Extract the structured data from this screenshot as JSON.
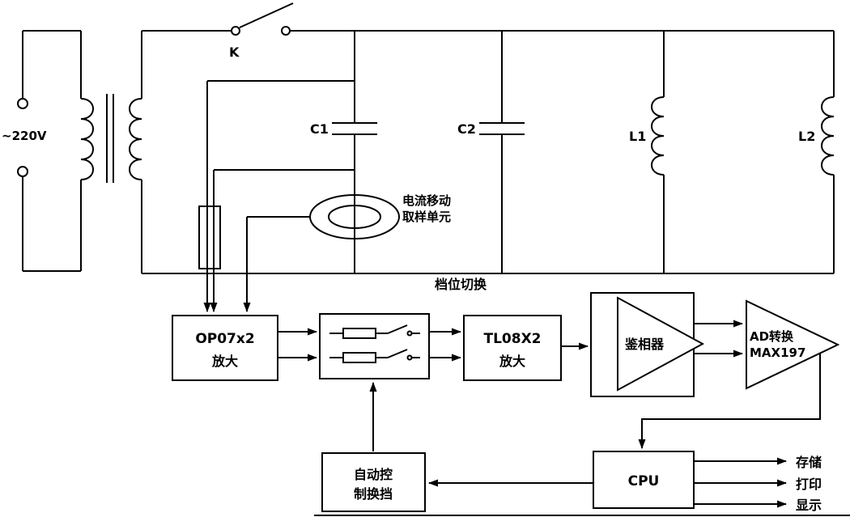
{
  "colors": {
    "stroke": "#000000",
    "background": "#ffffff"
  },
  "diagram": {
    "source": {
      "label": "~220V"
    },
    "switch": {
      "label": "K"
    },
    "components": {
      "c1": "C1",
      "c2": "C2",
      "l1": "L1",
      "l2": "L2"
    },
    "sampler": {
      "line1": "电流移动",
      "line2": "取样单元"
    },
    "op07": {
      "line1": "OP07x2",
      "line2": "放大"
    },
    "range_switch": {
      "label": "档位切换"
    },
    "tl08": {
      "line1": "TL08X2",
      "line2": "放大"
    },
    "phase_detector": {
      "label": "鉴相器"
    },
    "adc": {
      "line1": "AD转换",
      "line2": "MAX197"
    },
    "cpu": {
      "label": "CPU"
    },
    "auto_shift": {
      "line1": "自动控",
      "line2": "制换挡"
    },
    "outputs": [
      {
        "label": "存储"
      },
      {
        "label": "打印"
      },
      {
        "label": "显示"
      }
    ]
  }
}
